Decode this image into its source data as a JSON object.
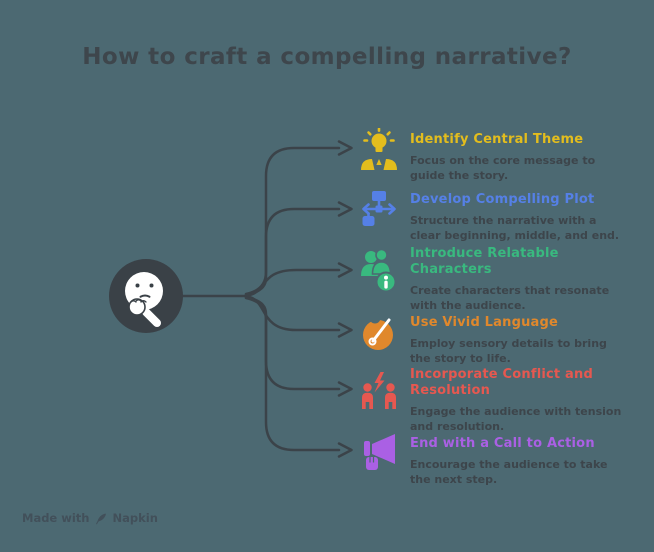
{
  "title": "How to craft a compelling narrative?",
  "colors": {
    "bg": "#4C6972",
    "line": "#3B4349",
    "title": "#3E464C",
    "desc": "#3D454B",
    "node": "#3A4147",
    "face": "#FFFFFF",
    "footer": "#42505A"
  },
  "central_node": {
    "icon": "thinking-face-icon"
  },
  "items": [
    {
      "label": "Identify Central Theme",
      "description": "Focus on the core message to guide the story.",
      "color": "#E3BD1D",
      "icon": "lightbulb-idea-icon"
    },
    {
      "label": "Develop Compelling Plot",
      "description": "Structure the narrative with a clear beginning, middle, and end.",
      "color": "#5580E6",
      "icon": "flowchart-icon"
    },
    {
      "label": "Introduce Relatable Characters",
      "description": "Create characters that resonate with the audience.",
      "color": "#39B97F",
      "icon": "characters-info-icon"
    },
    {
      "label": "Use Vivid Language",
      "description": "Employ sensory details to bring the story to life.",
      "color": "#E0882C",
      "icon": "hand-pen-icon"
    },
    {
      "label": "Incorporate Conflict and Resolution",
      "description": "Engage the audience with tension and resolution.",
      "color": "#E65850",
      "icon": "conflict-people-icon"
    },
    {
      "label": "End with a Call to Action",
      "description": "Encourage the audience to take the next step.",
      "color": "#AA60E4",
      "icon": "megaphone-icon"
    }
  ],
  "footer": {
    "made_with": "Made with",
    "brand": "Napkin",
    "icon": "feather-icon"
  }
}
